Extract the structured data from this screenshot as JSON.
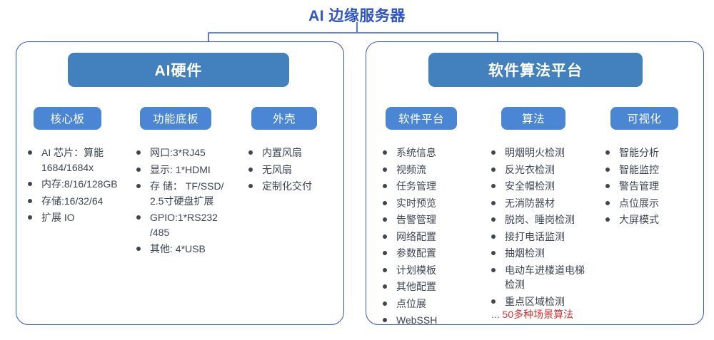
{
  "title": "AI 边缘服务器",
  "colors": {
    "title_blue": "#2f55c6",
    "panel_border": "#2f55f0",
    "header_blue": "#4280be",
    "tag_blue": "#4a86d4",
    "bracket_light": "#9cc0e8",
    "text_dark": "#3c4553",
    "note_red": "#e03030"
  },
  "panels": [
    {
      "id": "hardware",
      "header": "AI硬件",
      "groups": [
        {
          "tag": "核心板",
          "items": [
            "AI 芯片：算能 1684/1684x",
            "内存:8/16/128GB",
            "存储:16/32/64",
            "扩展 IO"
          ]
        },
        {
          "tag": "功能底板",
          "items": [
            "网口:3*RJ45",
            "显示: 1*HDMI",
            "存 储： TF/SSD/ 2.5寸硬盘扩展",
            "GPIO:1*RS232 /485",
            "其他: 4*USB"
          ]
        },
        {
          "tag": "外壳",
          "items": [
            "内置风扇",
            "无风扇",
            "定制化交付"
          ]
        }
      ]
    },
    {
      "id": "software",
      "header": "软件算法平台",
      "groups": [
        {
          "tag": "软件平台",
          "items": [
            "系统信息",
            "视频流",
            "任务管理",
            "实时预览",
            "告警管理",
            "网络配置",
            "参数配置",
            "计划模板",
            "其他配置",
            "点位展",
            "WebSSH"
          ]
        },
        {
          "tag": "算法",
          "items": [
            "明烟明火检测",
            "反光衣检测",
            "安全帽检测",
            "无消防器材",
            "脱岗、睡岗检测",
            "接打电话监测",
            "抽烟检测",
            "电动车进楼道电梯检测",
            "重点区域检测"
          ],
          "note": "... 50多种场景算法"
        },
        {
          "tag": "可视化",
          "items": [
            "智能分析",
            "智能监控",
            "警告管理",
            "点位展示",
            "大屏模式"
          ]
        }
      ]
    }
  ]
}
